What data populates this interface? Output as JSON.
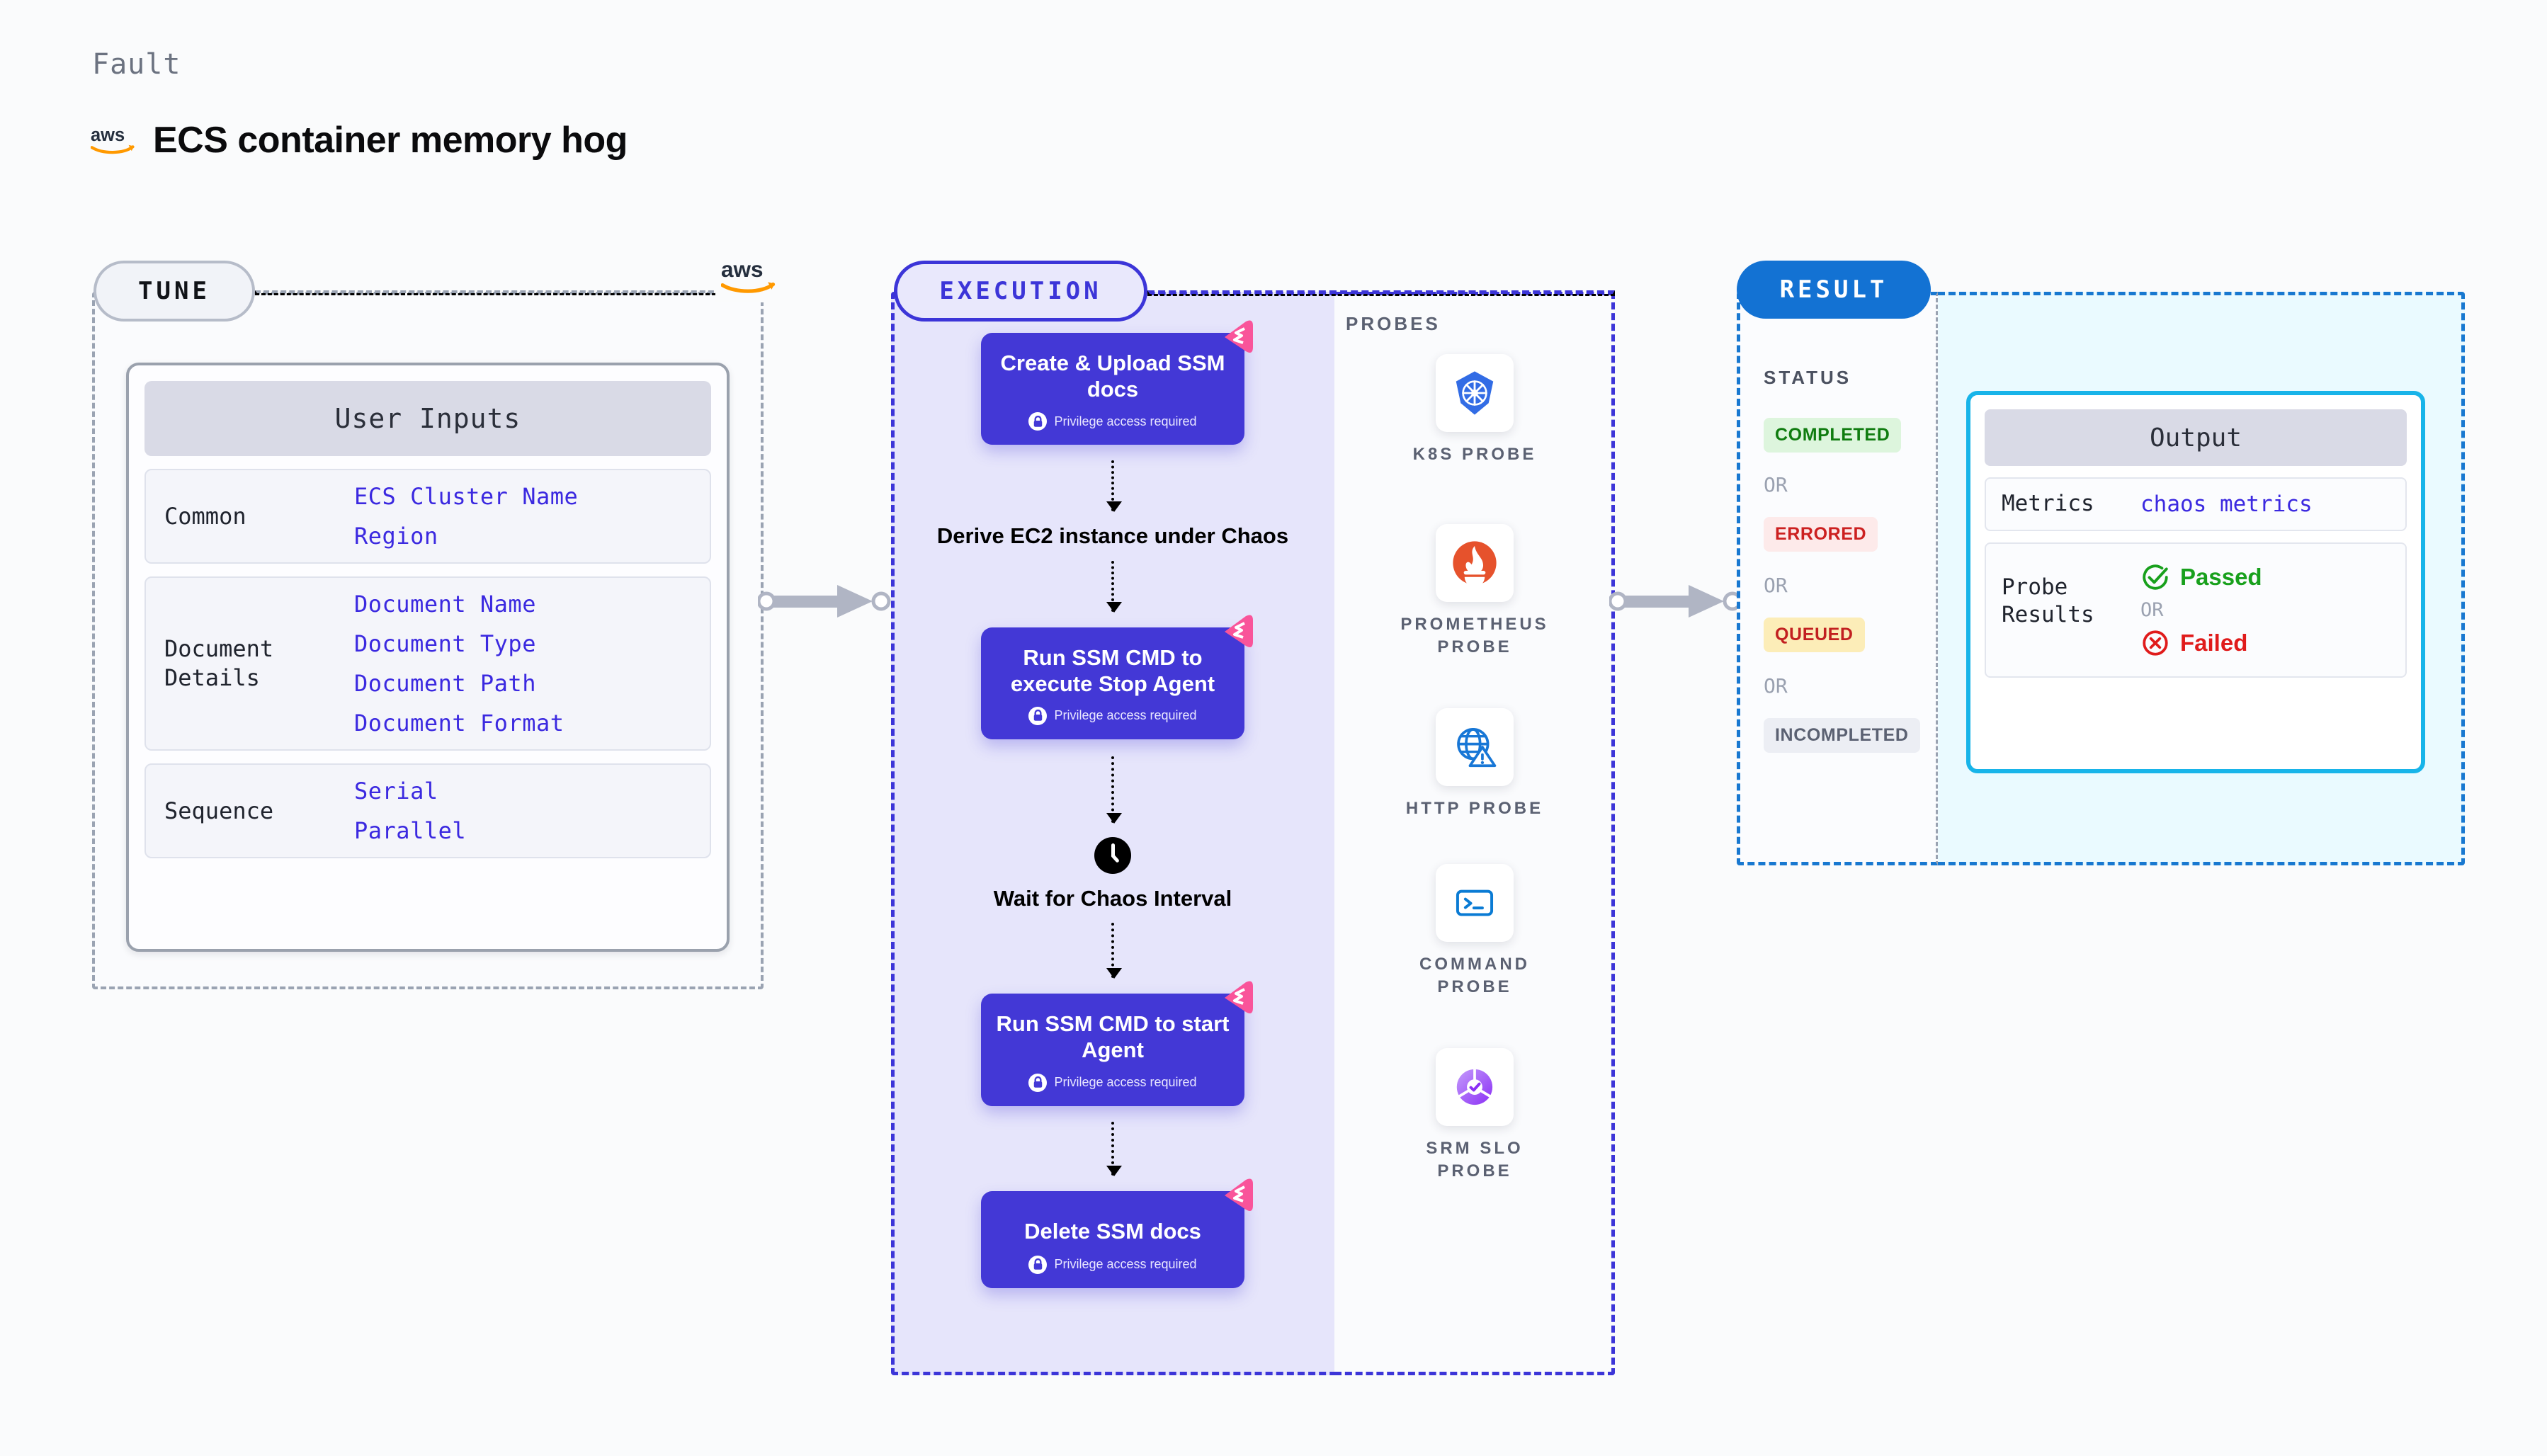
{
  "header": {
    "eyebrow": "Fault",
    "title": "ECS container memory hog",
    "logo": "aws-logo"
  },
  "tune": {
    "badge": "TUNE",
    "card_title": "User Inputs",
    "rows": [
      {
        "key": "Common",
        "values": [
          "ECS Cluster Name",
          "Region"
        ]
      },
      {
        "key": "Document\nDetails",
        "values": [
          "Document Name",
          "Document Type",
          "Document Path",
          "Document Format"
        ]
      },
      {
        "key": "Sequence",
        "values": [
          "Serial",
          "Parallel"
        ]
      }
    ]
  },
  "execution": {
    "badge": "EXECUTION",
    "privilege_note": "Privilege access required",
    "steps": [
      {
        "type": "node",
        "label": "Create & Upload SSM docs",
        "privileged": true
      },
      {
        "type": "text",
        "label": "Derive EC2 instance under Chaos",
        "icon": null
      },
      {
        "type": "node",
        "label": "Run SSM CMD to execute Stop Agent",
        "privileged": true
      },
      {
        "type": "text",
        "label": "Wait for Chaos Interval",
        "icon": "clock-icon"
      },
      {
        "type": "node",
        "label": "Run SSM CMD to start Agent",
        "privileged": true
      },
      {
        "type": "node",
        "label": "Delete SSM docs",
        "privileged": true
      }
    ]
  },
  "probes": {
    "label": "PROBES",
    "items": [
      {
        "icon": "kubernetes-icon",
        "label": "K8S PROBE"
      },
      {
        "icon": "prometheus-icon",
        "label": "PROMETHEUS PROBE"
      },
      {
        "icon": "http-globe-icon",
        "label": "HTTP PROBE"
      },
      {
        "icon": "command-terminal-icon",
        "label": "COMMAND PROBE"
      },
      {
        "icon": "srm-slo-icon",
        "label": "SRM SLO PROBE"
      }
    ]
  },
  "result": {
    "badge": "RESULT",
    "status_label": "STATUS",
    "or_label": "OR",
    "statuses": [
      {
        "label": "COMPLETED",
        "bg": "#ddf5dd",
        "fg": "#107c10"
      },
      {
        "label": "ERRORED",
        "bg": "#fdeaea",
        "fg": "#cc2020"
      },
      {
        "label": "QUEUED",
        "bg": "#fcedb8",
        "fg": "#c22020"
      },
      {
        "label": "INCOMPLETED",
        "bg": "#eceef4",
        "fg": "#5b6172"
      }
    ],
    "output": {
      "title": "Output",
      "metrics_key": "Metrics",
      "metrics_value": "chaos metrics",
      "probe_results_key": "Probe\nResults",
      "passed_label": "Passed",
      "failed_label": "Failed",
      "or_label": "OR",
      "passed_color": "#18a01c",
      "failed_color": "#e01b1b"
    }
  },
  "colors": {
    "execution_accent": "#3c35d8",
    "result_accent": "#1372d3",
    "node_fill": "#4338d6",
    "flag_pink": "#f9549a",
    "output_border": "#18b4e9"
  }
}
